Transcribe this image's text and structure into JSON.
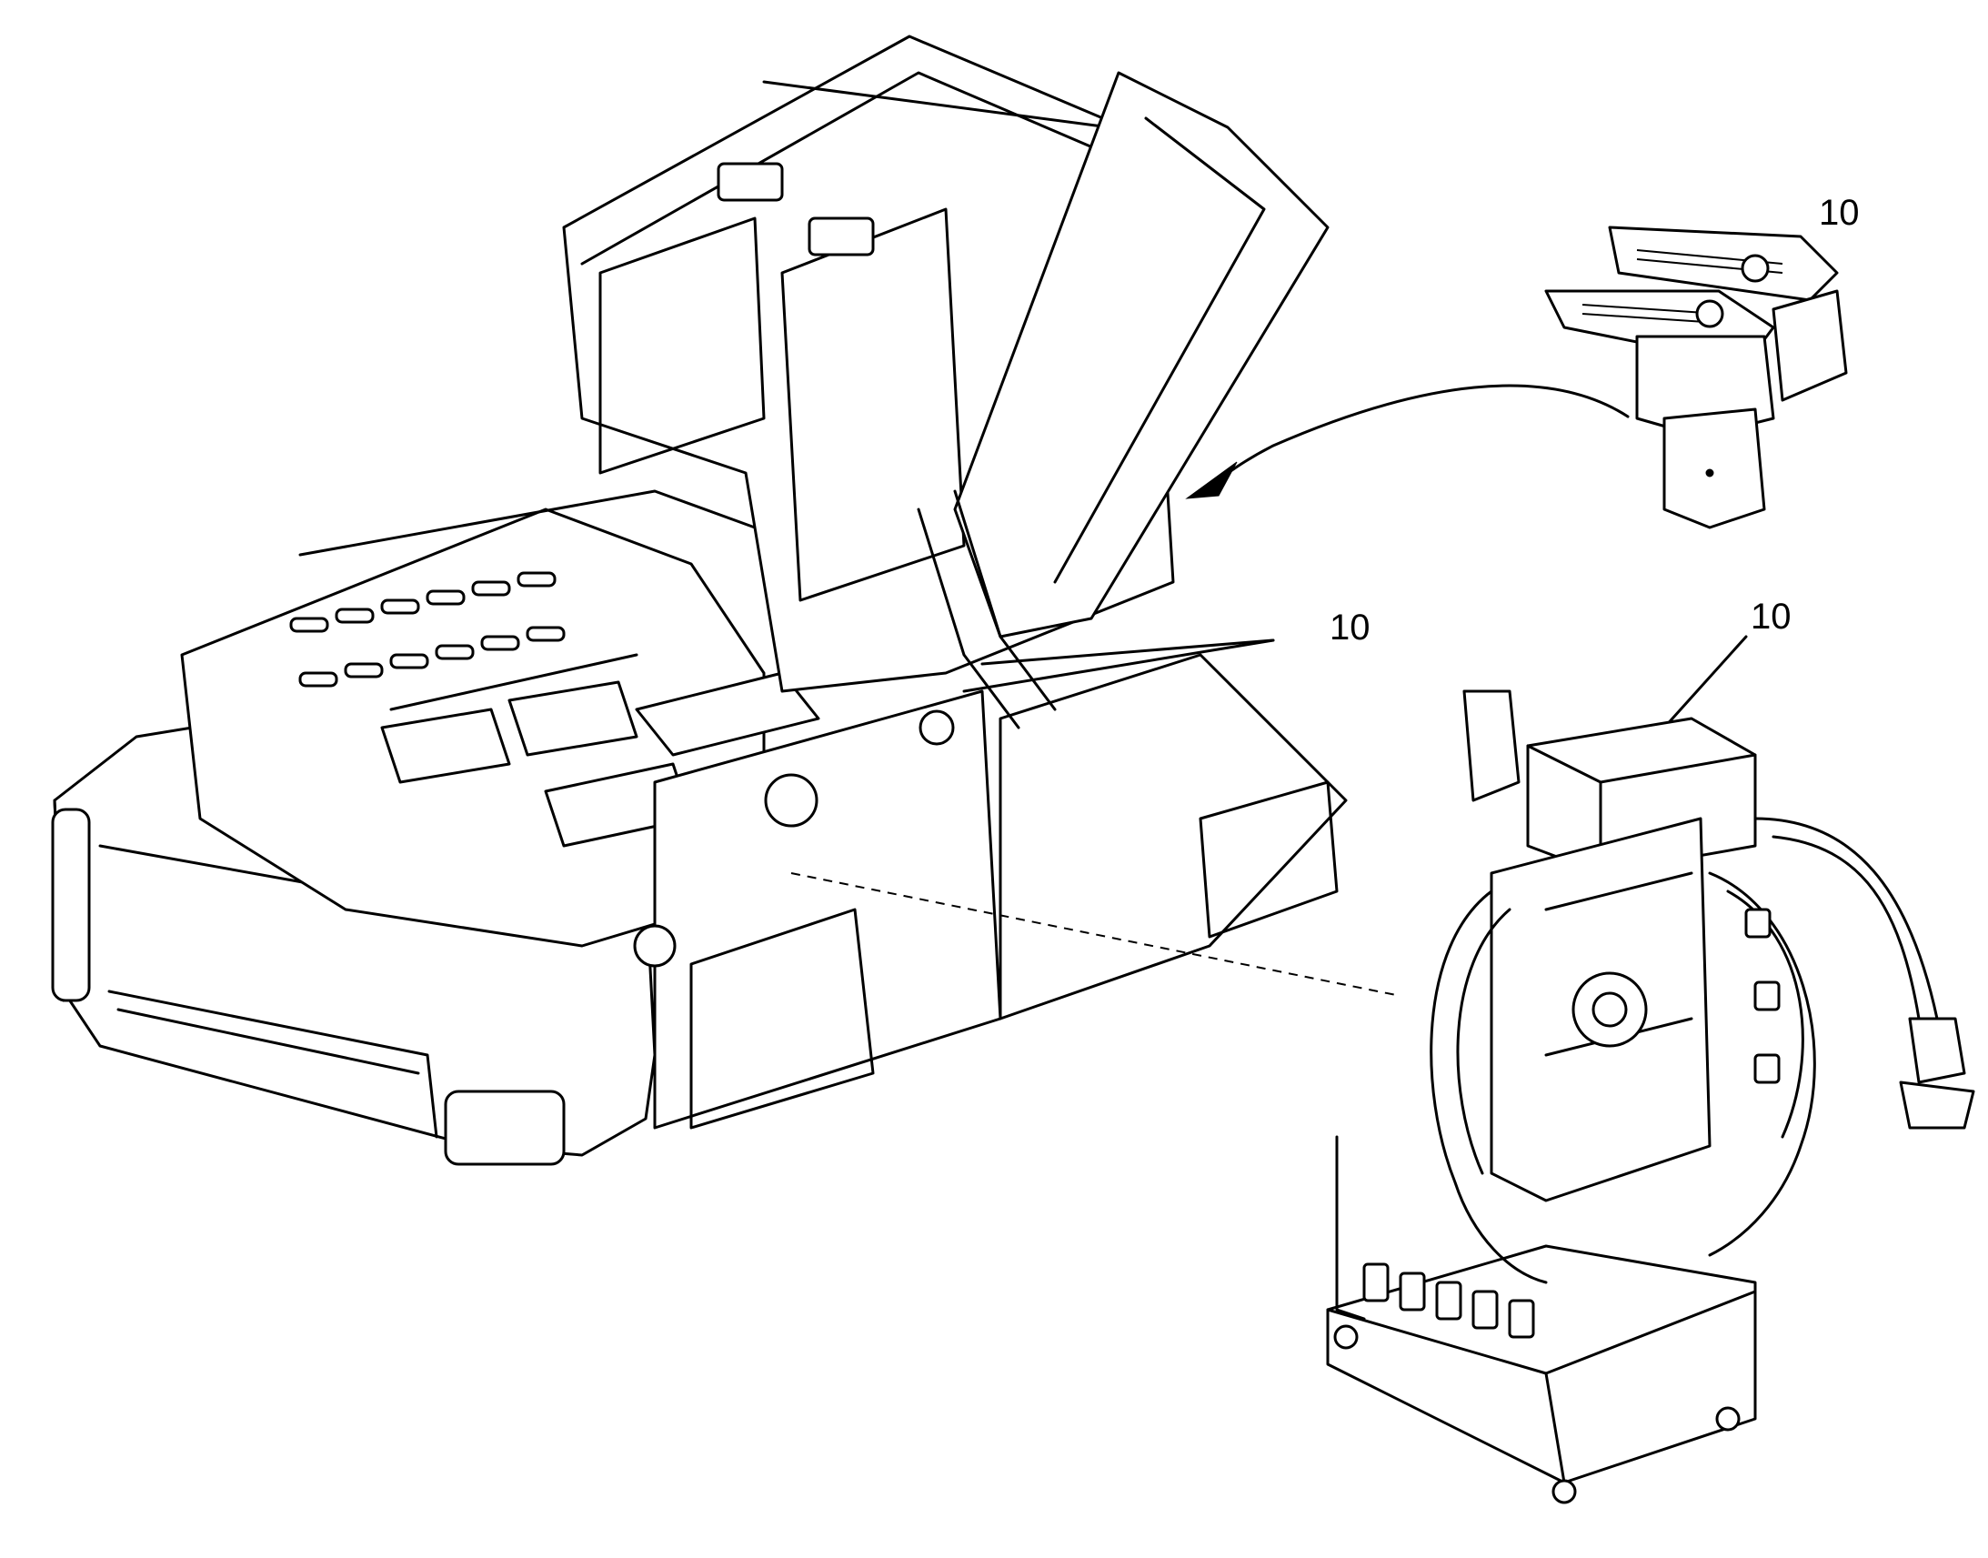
{
  "callouts": [
    {
      "id": "pedal-assembly",
      "number": "10"
    },
    {
      "id": "cab-floor-location",
      "number": "10"
    },
    {
      "id": "valve-block",
      "number": "10"
    }
  ],
  "colors": {
    "line": "#000000",
    "background": "#ffffff"
  }
}
